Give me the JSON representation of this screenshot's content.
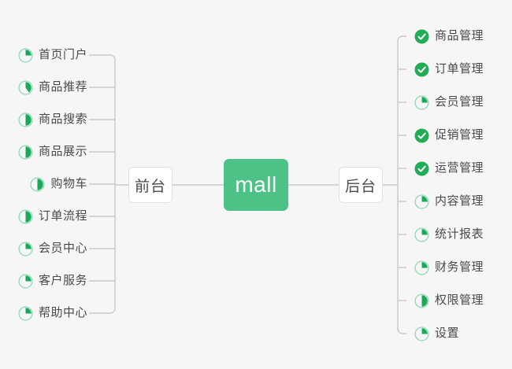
{
  "diagram": {
    "type": "mindmap",
    "title": "mall",
    "background_color": "#f6f6f6",
    "accent_color": "#4dc287",
    "check_color": "#22ac55",
    "text_color": "#4a4a4a",
    "line_color": "#c9c9c9"
  },
  "root": {
    "label": "mall"
  },
  "branches": [
    {
      "id": "frontend",
      "label": "前台",
      "side": "left",
      "items": [
        {
          "label": "首页门户",
          "icon": "pie-icon",
          "progress": 25,
          "status": "in-progress"
        },
        {
          "label": "商品推荐",
          "icon": "pie-icon",
          "progress": 40,
          "status": "in-progress"
        },
        {
          "label": "商品搜索",
          "icon": "pie-icon",
          "progress": 50,
          "status": "in-progress"
        },
        {
          "label": "商品展示",
          "icon": "pie-icon",
          "progress": 50,
          "status": "in-progress"
        },
        {
          "label": "购物车",
          "icon": "pie-icon",
          "progress": 50,
          "status": "in-progress"
        },
        {
          "label": "订单流程",
          "icon": "pie-icon",
          "progress": 50,
          "status": "in-progress"
        },
        {
          "label": "会员中心",
          "icon": "pie-icon",
          "progress": 25,
          "status": "in-progress"
        },
        {
          "label": "客户服务",
          "icon": "pie-icon",
          "progress": 25,
          "status": "in-progress"
        },
        {
          "label": "帮助中心",
          "icon": "pie-icon",
          "progress": 25,
          "status": "in-progress"
        }
      ]
    },
    {
      "id": "backend",
      "label": "后台",
      "side": "right",
      "items": [
        {
          "label": "商品管理",
          "icon": "check-circle-icon",
          "progress": 100,
          "status": "done"
        },
        {
          "label": "订单管理",
          "icon": "check-circle-icon",
          "progress": 100,
          "status": "done"
        },
        {
          "label": "会员管理",
          "icon": "pie-icon",
          "progress": 25,
          "status": "in-progress"
        },
        {
          "label": "促销管理",
          "icon": "check-circle-icon",
          "progress": 100,
          "status": "done"
        },
        {
          "label": "运营管理",
          "icon": "check-circle-icon",
          "progress": 100,
          "status": "done"
        },
        {
          "label": "内容管理",
          "icon": "pie-icon",
          "progress": 25,
          "status": "in-progress"
        },
        {
          "label": "统计报表",
          "icon": "pie-icon",
          "progress": 25,
          "status": "in-progress"
        },
        {
          "label": "财务管理",
          "icon": "pie-icon",
          "progress": 25,
          "status": "in-progress"
        },
        {
          "label": "权限管理",
          "icon": "pie-icon",
          "progress": 50,
          "status": "in-progress"
        },
        {
          "label": "设置",
          "icon": "pie-icon",
          "progress": 25,
          "status": "in-progress"
        }
      ]
    }
  ]
}
